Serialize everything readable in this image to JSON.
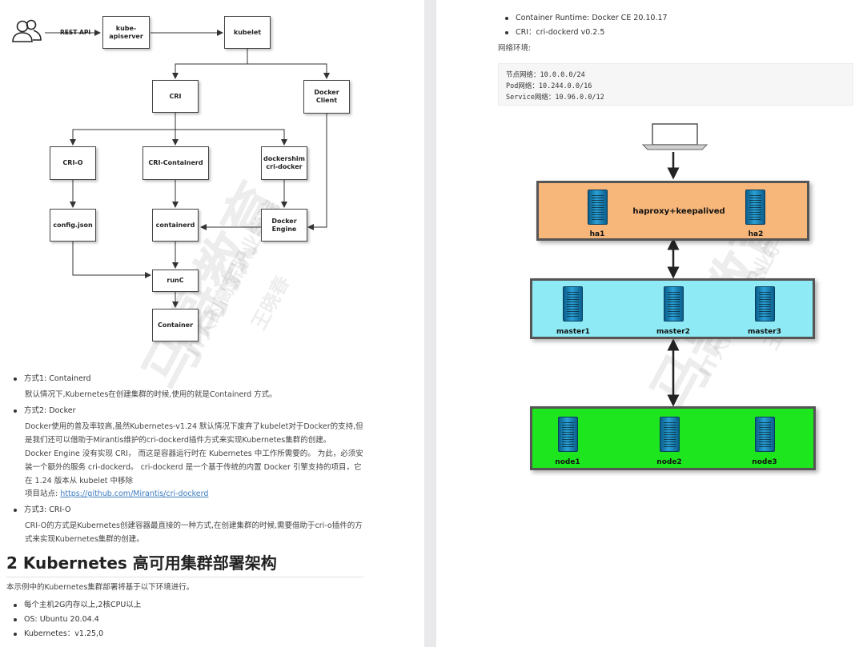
{
  "left_diagram": {
    "rest_api": "REST API",
    "kube_apiserver": "kube-\napiserver",
    "kubelet": "kubelet",
    "cri": "CRI",
    "docker_client": "Docker\nClient",
    "cri_o": "CRI-O",
    "cri_containerd": "CRI-Containerd",
    "dockershim": "dockershim\ncri-docker",
    "config_json": "config.json",
    "containerd": "containerd",
    "docker_engine": "Docker\nEngine",
    "runc": "runC",
    "container": "Container"
  },
  "watermark": {
    "brand": "马哥教育",
    "school": "IT人的高薪职业学院",
    "name": "王晓春"
  },
  "methods": {
    "m1_title": "方式1: Containerd",
    "m1_desc": "默认情况下,Kubernetes在创建集群的时候,使用的就是Containerd 方式。",
    "m2_title": "方式2: Docker",
    "m2_desc1": "Docker使用的普及率较高,虽然Kubernetes-v1.24 默认情况下废弃了kubelet对于Docker的支持,但是我们还可以借助于Mirantis维护的cri-dockerd插件方式来实现Kubernetes集群的创建。",
    "m2_desc2": "Docker Engine 没有实现 CRI， 而这是容器运行时在 Kubernetes 中工作所需要的。 为此，必须安装一个额外的服务 cri-dockerd。 cri-dockerd 是一个基于传统的内置 Docker 引擎支持的项目，它在 1.24 版本从 kubelet 中移除",
    "m2_site_label": "项目站点: ",
    "m2_site_link": "https://github.com/Mirantis/cri-dockerd",
    "m3_title": "方式3: CRI-O",
    "m3_desc": "CRI-O的方式是Kubernetes创建容器最直接的一种方式,在创建集群的时候,需要借助于cri-o插件的方式来实现Kubernetes集群的创建。"
  },
  "section2": {
    "heading": "2 Kubernetes 高可用集群部署架构",
    "intro": "本示例中的Kubernetes集群部署将基于以下环境进行。",
    "env_items": [
      "每个主机2G内存以上,2核CPU以上",
      "OS: Ubuntu 20.04.4",
      "Kubernetes：v1.25,0"
    ]
  },
  "right": {
    "env_items": [
      "Container Runtime:  Docker CE 20.10.17",
      "CRI：cri-dockerd v0.2.5"
    ],
    "network_label": "网络环境:",
    "network_lines": [
      "节点网络：10.0.0.0/24",
      "Pod网络：10.244.0.0/16",
      "Service网络：10.96.0.0/12"
    ]
  },
  "cluster": {
    "ha_row_label": "haproxy+keepalived",
    "ha_nodes": [
      "ha1",
      "ha2"
    ],
    "masters": [
      "master1",
      "master2",
      "master3"
    ],
    "workers": [
      "node1",
      "node2",
      "node3"
    ],
    "colors": {
      "ha": "#f7b67a",
      "master": "#8eeaf4",
      "worker": "#1ee61e"
    }
  }
}
